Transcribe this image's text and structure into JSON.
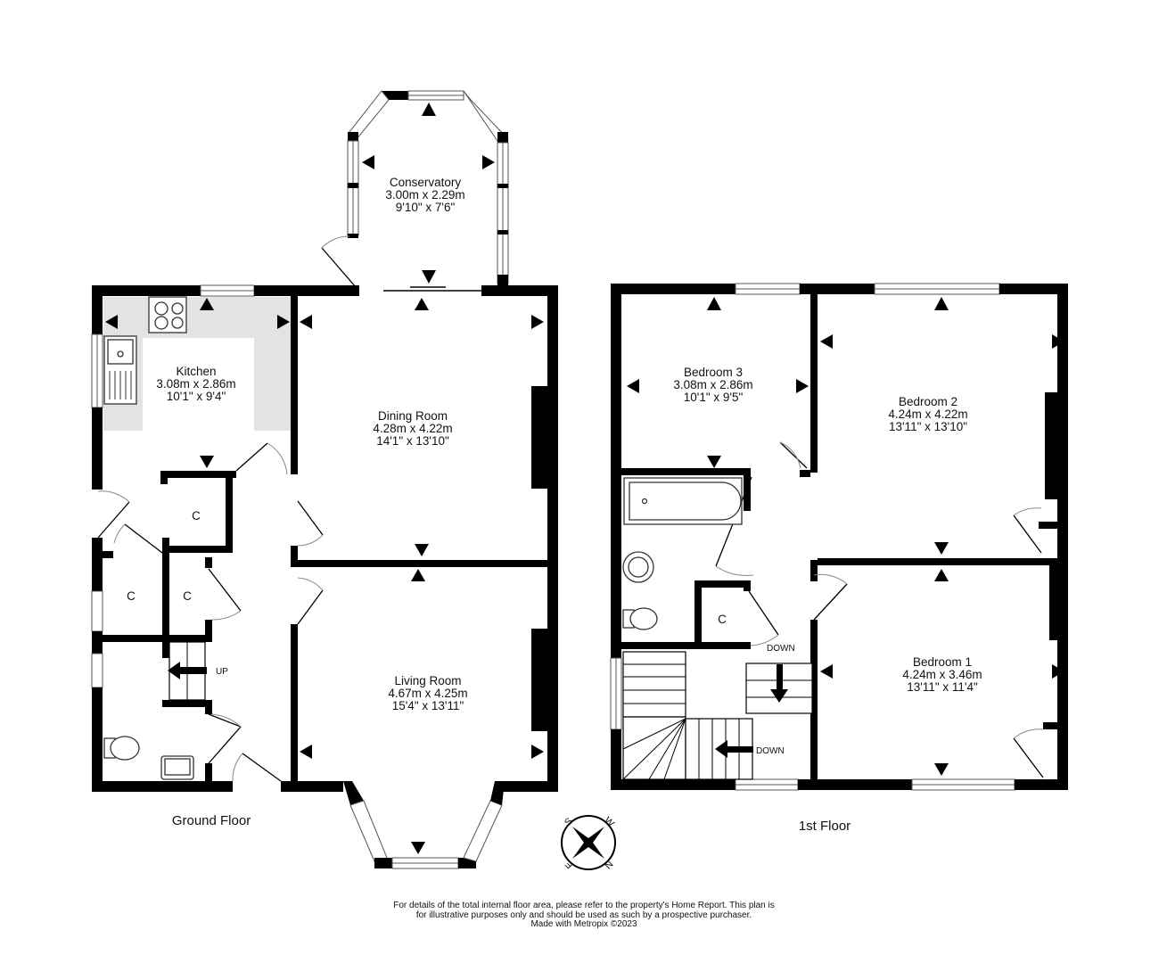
{
  "floors": {
    "ground": {
      "label": "Ground Floor",
      "rooms": {
        "conservatory": {
          "name": "Conservatory",
          "metric": "3.00m  x 2.29m",
          "imperial": "9'10\"  x 7'6\""
        },
        "kitchen": {
          "name": "Kitchen",
          "metric": "3.08m  x 2.86m",
          "imperial": "10'1\"  x 9'4\""
        },
        "dining_room": {
          "name": "Dining Room",
          "metric": "4.28m  x 4.22m",
          "imperial": "14'1\"  x 13'10\""
        },
        "living_room": {
          "name": "Living Room",
          "metric": "4.67m  x 4.25m",
          "imperial": "15'4\"  x 13'11\""
        }
      },
      "cupboards": [
        "C",
        "C",
        "C"
      ],
      "stairs_label": "UP"
    },
    "first": {
      "label": "1st Floor",
      "rooms": {
        "bedroom_3": {
          "name": "Bedroom 3",
          "metric": "3.08m  x 2.86m",
          "imperial": "10'1\"  x 9'5\""
        },
        "bedroom_2": {
          "name": "Bedroom 2",
          "metric": "4.24m  x 4.22m",
          "imperial": "13'11\"  x 13'10\""
        },
        "bedroom_1": {
          "name": "Bedroom 1",
          "metric": "4.24m  x 3.46m",
          "imperial": "13'11\"  x 11'4\""
        }
      },
      "cupboards": [
        "C"
      ],
      "stairs_labels": [
        "DOWN",
        "DOWN"
      ]
    }
  },
  "compass": {
    "letters": {
      "s": "S",
      "w": "W",
      "e": "E",
      "n": "N"
    }
  },
  "disclaimer": {
    "line1": "For details of the total internal floor area, please refer to the property's Home Report. This plan is",
    "line2": "for illustrative purposes only and should be used as such by a prospective purchaser.",
    "line3": "Made with Metropix ©2023"
  }
}
